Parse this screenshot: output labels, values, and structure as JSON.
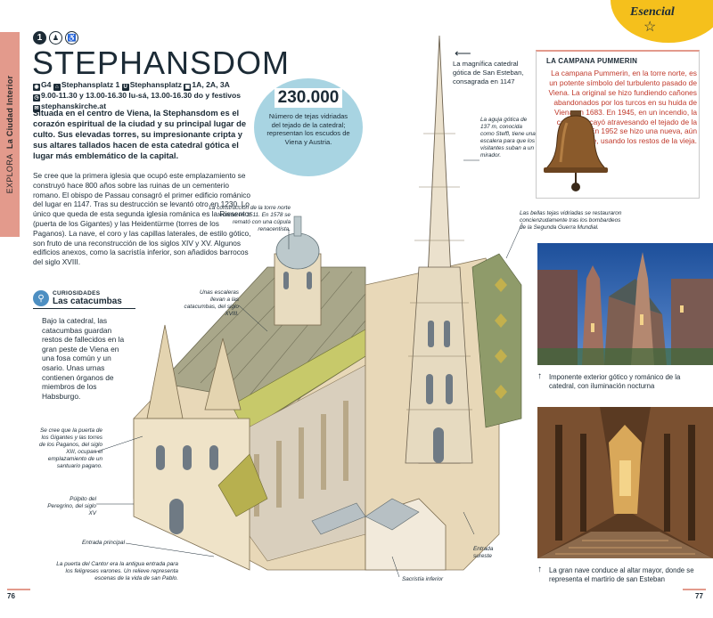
{
  "side_tab": {
    "section": "EXPLORA",
    "subsection": "La Ciudad Interior"
  },
  "header": {
    "number": "1",
    "title": "STEPHANSDOM",
    "info_lines": [
      {
        "icon": "map-pin-icon",
        "text": "G4"
      },
      {
        "icon": "address-icon",
        "text": "Stephansplatz 1"
      },
      {
        "icon": "metro-icon",
        "text": "Stephansplatz"
      },
      {
        "icon": "bus-icon",
        "text": "1A, 2A, 3A"
      },
      {
        "icon": "clock-icon",
        "text": "9.00-11.30 y 13.00-16.30 lu-sá, 13.00-16.30 do y festivos"
      },
      {
        "icon": "web-icon",
        "text": "stephanskirche.at"
      }
    ]
  },
  "lead": "Situada en el centro de Viena, la Stephansdom es el corazón espiritual de la ciudad y su principal lugar de culto. Sus elevadas torres, su impresionante cripta y sus altares tallados hacen de esta catedral gótica el lugar más emblemático de la capital.",
  "body": "Se cree que la primera iglesia que ocupó este emplazamiento se construyó hace 800 años sobre las ruinas de un cementerio romano. El obispo de Passau consagró el primer edificio románico del lugar en 1147. Tras su destrucción se levantó otro en 1230. Lo único que queda de esta segunda iglesia románica es la Riesentor (puerta de los Gigantes) y las Heidentürme (torres de los Paganos). La nave, el coro y las capillas laterales, de estilo gótico, son fruto de una reconstrucción de los siglos XIV y XV. Algunos edificios anexos, como la sacristía inferior, son añadidos barrocos del siglo XVIII.",
  "stat": {
    "number": "230.000",
    "caption": "Número de tejas vidriadas del tejado de la catedral; representan los escudos de Viena y Austria."
  },
  "curiosity": {
    "label": "CURIOSIDADES",
    "title": "Las catacumbas",
    "text": "Bajo la catedral, las catacumbas guardan restos de fallecidos en la gran peste de Viena en una fosa común y un osario. Unas urnas contienen órganos de miembros de los Habsburgo."
  },
  "annotations": {
    "main": "La magnífica catedral gótica de San Esteban, consagrada en 1147",
    "tower_spire": "La aguja gótica de 137 m, conocida como Steffl, tiene una escalera para que los visitantes suban a un mirador.",
    "north_tower": "La construcción de la torre norte terminó en 1511. En 1578 se remató con una cúpula renacentista.",
    "tiles": "Las bellas tejas vidriadas se restauraron concienzudamente tras los bombardeos de la Segunda Guerra Mundial.",
    "stairs": "Unas escaleras llevan a las catacumbas, del siglo XVIII.",
    "giants_gate": "Se cree que la puerta de los Gigantes y las torres de los Paganos, del siglo XIII, ocupan el emplazamiento de un santuario pagano.",
    "pulpit": "Púlpito del Peregrino, del siglo XV",
    "main_entrance": "Entrada principal",
    "cantor_gate": "La puerta del Cantor era la antigua entrada para los feligreses varones. Un relieve representa escenas de la vida de san Pablo.",
    "southeast_entrance": "Entrada sureste",
    "lower_sacristy": "Sacristía inferior"
  },
  "essential": {
    "label": "Esencial"
  },
  "pummerin": {
    "title": "LA CAMPANA PUMMERIN",
    "text": "La campana Pummerin, en la torre norte, es un potente símbolo del turbulento pasado de Viena. La original se hizo fundiendo cañones abandonados por los turcos en su huida de Viena en 1683. En 1945, en un incendio, la campana cayó atravesando el tejado de la catedral. En 1952 se hizo una nueva, aún más grande, usando los restos de la vieja."
  },
  "photos": [
    {
      "caption": "Imponente exterior gótico y románico de la catedral, con iluminación nocturna"
    },
    {
      "caption": "La gran nave conduce al altar mayor, donde se representa el martirio de san Esteban"
    }
  ],
  "pages": {
    "left": "76",
    "right": "77"
  },
  "colors": {
    "accent": "#e39a8c",
    "stat_bg": "#a8d4e2",
    "essential": "#f5c01c",
    "text": "#1c2b36",
    "bell_text": "#c0392b"
  }
}
